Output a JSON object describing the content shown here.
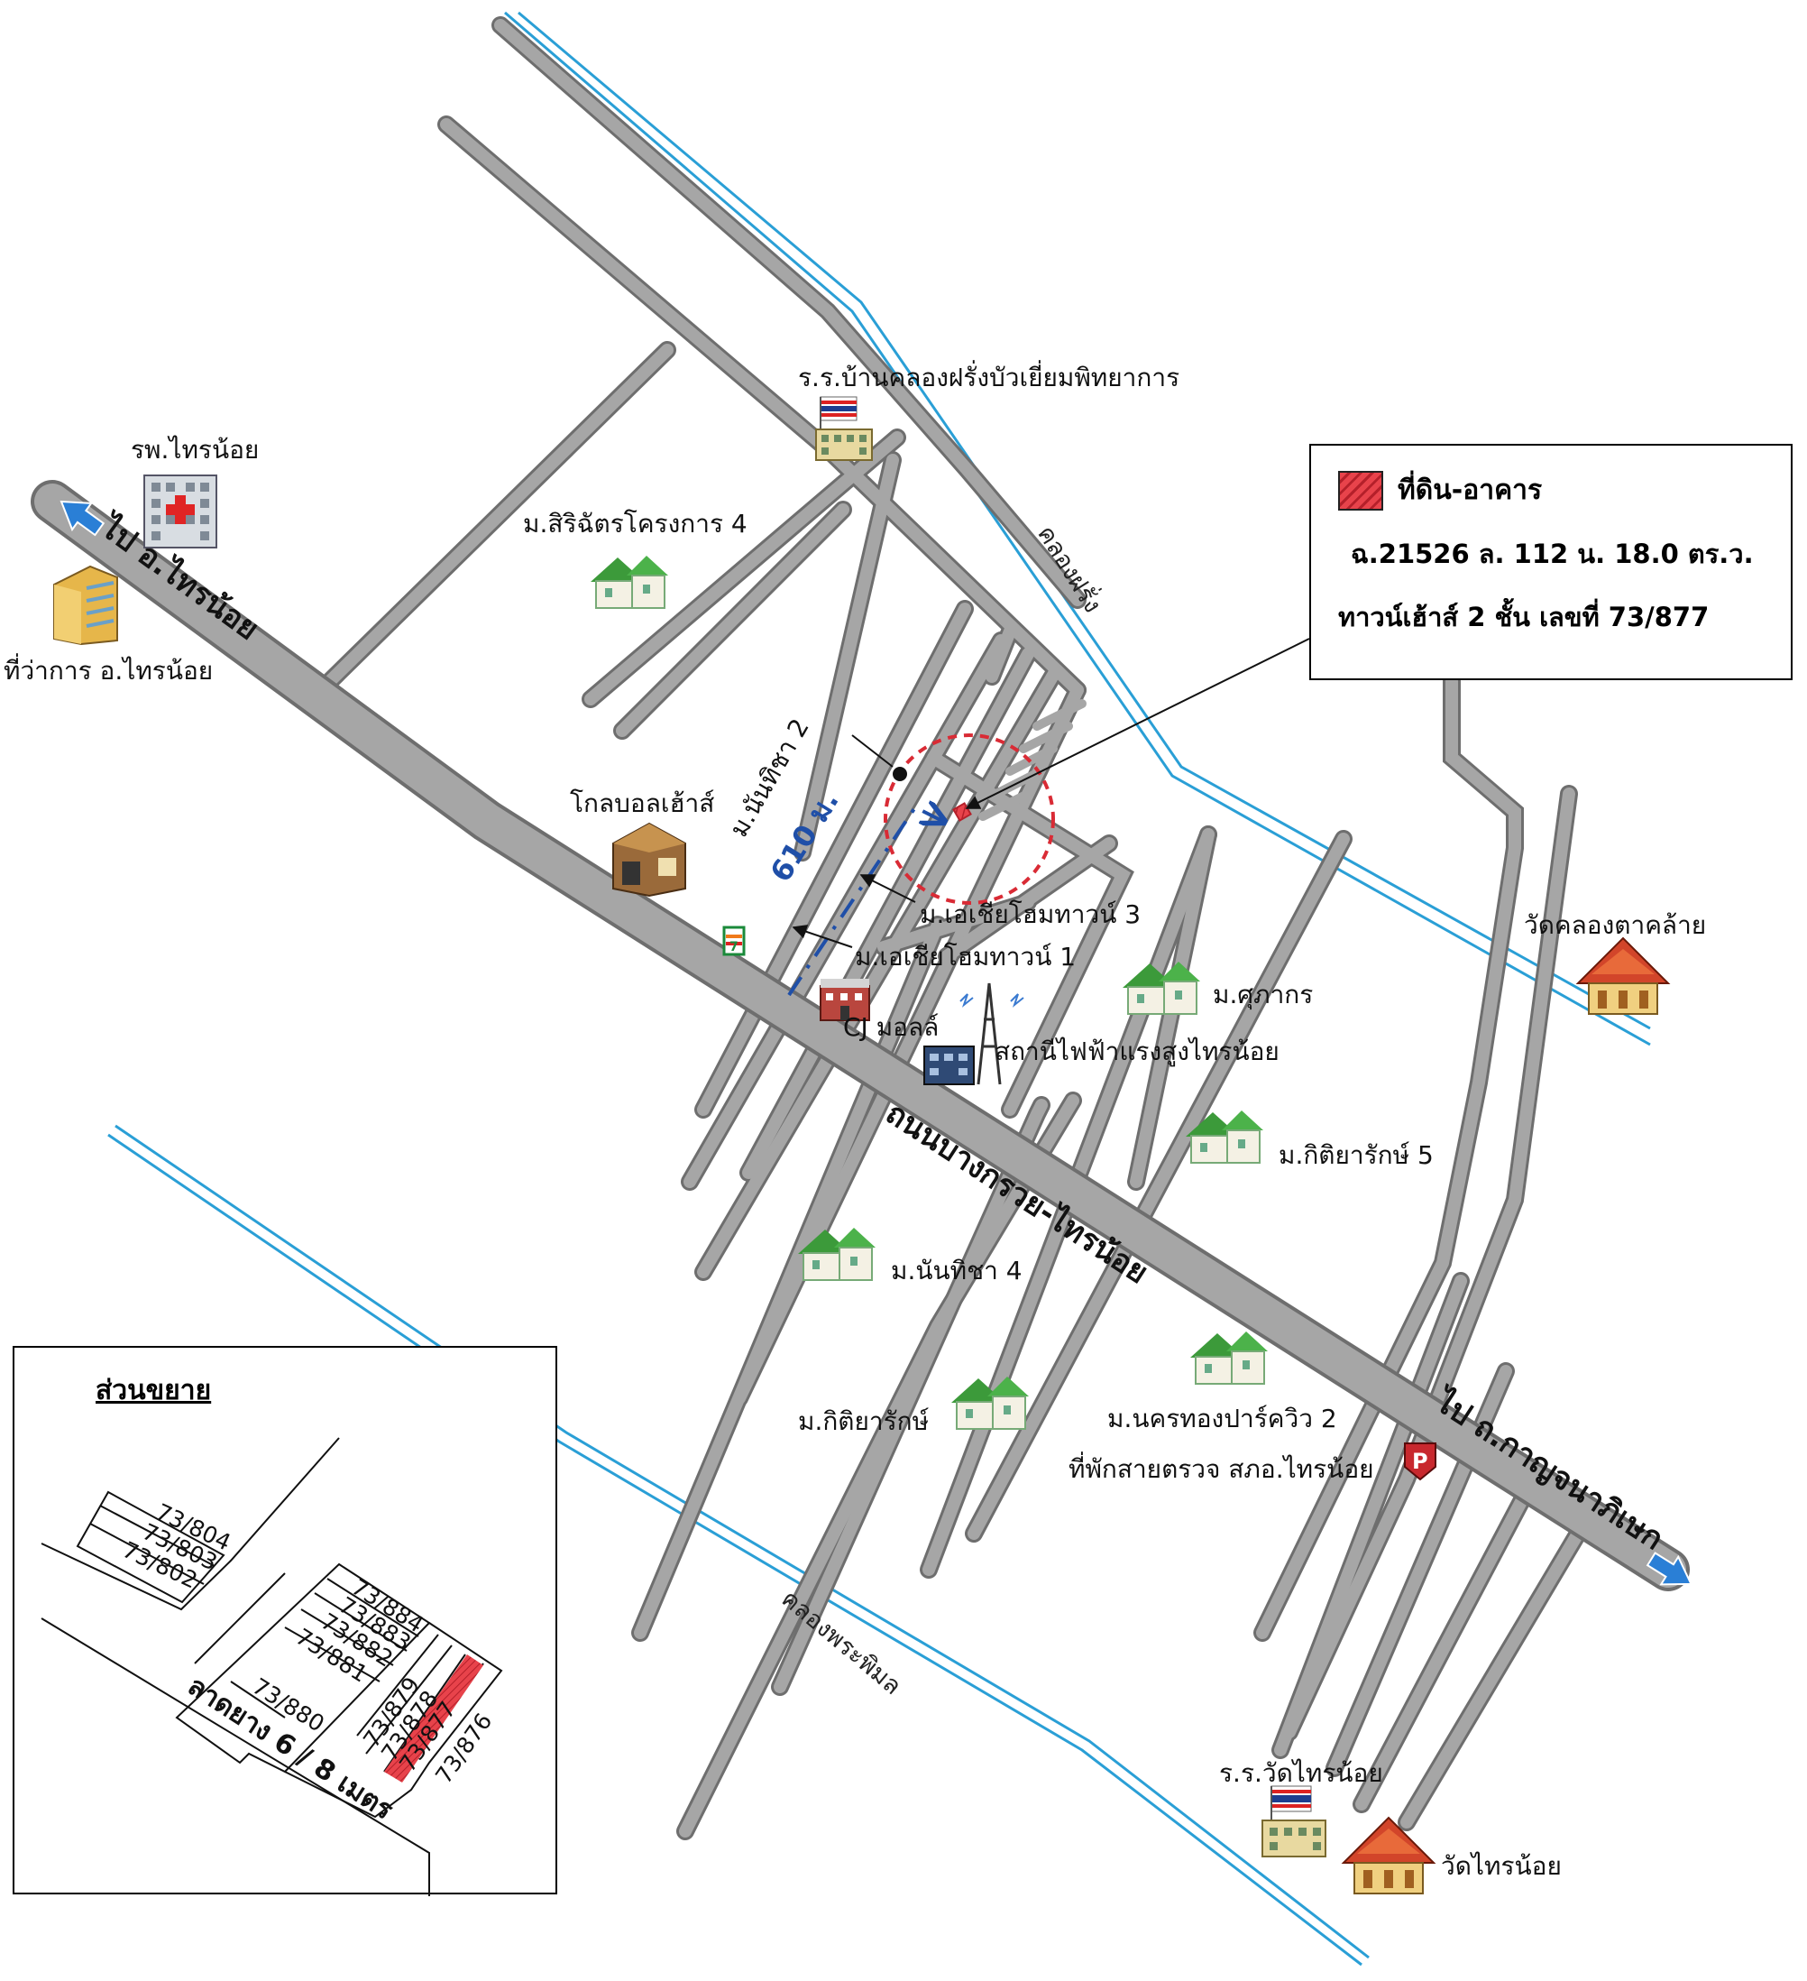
{
  "legend": {
    "title": "ที่ดิน-อาคาร",
    "deed_line": "ฉ.21526  ล.  112  น. 18.0 ตร.ว.",
    "house_line": "ทาวน์เฮ้าส์ 2 ชั้น  เลขที่ 73/877",
    "swatch_color": "#e8434b"
  },
  "roads": {
    "main_road": "ถนนบางกรวย-ไทรน้อย",
    "to_sai_noi": "ไป อ.ไทรน้อย",
    "to_kanchana": "ไป ถ.กาญจนาภิเษก",
    "distance": "610 ม."
  },
  "canals": {
    "khlong_farang": "คลองฝรั่ง",
    "khlong_phraphimon": "คลองพระพิมล"
  },
  "places": {
    "hospital": "รพ.ไทรน้อย",
    "district_office": "ที่ว่าการ อ.ไทรน้อย",
    "school_farang": "ร.ร.บ้านคลองฝรั่งบัวเยี่ยมพิทยาการ",
    "siri": "ม.สิริฉัตรโครงการ 4",
    "nanthicha2": "ม.นันทิชา 2",
    "globalhouse": "โกลบอลเฮ้าส์",
    "asia3": "ม.เอเชียโฮมทาวน์ 3",
    "asia1": "ม.เอเชียโฮมทาวน์ 1",
    "cj": "CJ มอลล์",
    "substation": "สถานีไฟฟ้าแรงสูงไทรน้อย",
    "supakorn": "ม.ศุภากร",
    "kitiyarak5": "ม.กิติยารักษ์ 5",
    "wat_khlong": "วัดคลองตาคล้าย",
    "nanthicha4": "ม.นันทิชา 4",
    "kitiyarak": "ม.กิติยารักษ์",
    "nakhon": "ม.นครทองปาร์ควิว 2",
    "police": "ที่พักสายตรวจ สภอ.ไทรน้อย",
    "school_wat": "ร.ร.วัดไทรน้อย",
    "wat_sai_noi": "วัดไทรน้อย",
    "seven": "7",
    "police_icon_letter": "P"
  },
  "inset": {
    "title": "ส่วนขยาย",
    "road": "ลาดยาง 6 / 8 เมตร",
    "lots_top": [
      "73/804",
      "73/803",
      "73/802"
    ],
    "lots_mid": [
      "73/884",
      "73/883",
      "73/882",
      "73/881",
      "73/880"
    ],
    "lots_bottom": [
      "73/879",
      "73/878",
      "73/877",
      "73/876"
    ],
    "highlight_lot": "73/877"
  },
  "colors": {
    "road_fill": "#a6a6a6",
    "road_stroke": "#6e6e6e",
    "canal": "#2a9fd6",
    "highlight": "#e8434b",
    "route": "#1f4fa8",
    "circle": "#d92b35"
  }
}
